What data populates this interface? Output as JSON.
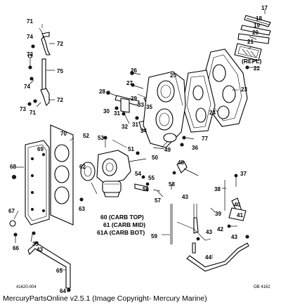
{
  "callouts": [
    {
      "id": "c71a",
      "text": "71"
    },
    {
      "id": "c74a",
      "text": "74"
    },
    {
      "id": "c72a",
      "text": "72"
    },
    {
      "id": "c73a",
      "text": "73"
    },
    {
      "id": "c75",
      "text": "75"
    },
    {
      "id": "c74b",
      "text": "74"
    },
    {
      "id": "c72b",
      "text": "72"
    },
    {
      "id": "c73b",
      "text": "73"
    },
    {
      "id": "c71b",
      "text": "71"
    },
    {
      "id": "c17",
      "text": "17"
    },
    {
      "id": "c18",
      "text": "18"
    },
    {
      "id": "c19",
      "text": "19"
    },
    {
      "id": "c20",
      "text": "20"
    },
    {
      "id": "c21",
      "text": "21"
    },
    {
      "id": "c22",
      "text": "22"
    },
    {
      "id": "c23",
      "text": "23"
    },
    {
      "id": "c24",
      "text": "24"
    },
    {
      "id": "c25",
      "text": "25"
    },
    {
      "id": "c26",
      "text": "26"
    },
    {
      "id": "c27",
      "text": "27"
    },
    {
      "id": "c28",
      "text": "28"
    },
    {
      "id": "c29",
      "text": "29"
    },
    {
      "id": "c33",
      "text": "33"
    },
    {
      "id": "c35",
      "text": "35"
    },
    {
      "id": "c30",
      "text": "30"
    },
    {
      "id": "c31a",
      "text": "31"
    },
    {
      "id": "c32",
      "text": "32"
    },
    {
      "id": "c31b",
      "text": "31"
    },
    {
      "id": "c34",
      "text": "34"
    },
    {
      "id": "c77",
      "text": "77"
    },
    {
      "id": "c36",
      "text": "36"
    },
    {
      "id": "c70",
      "text": "70"
    },
    {
      "id": "c69",
      "text": "69"
    },
    {
      "id": "c52",
      "text": "52"
    },
    {
      "id": "c53",
      "text": "53"
    },
    {
      "id": "c51",
      "text": "51"
    },
    {
      "id": "c49",
      "text": "49"
    },
    {
      "id": "c50",
      "text": "50"
    },
    {
      "id": "c68",
      "text": "68"
    },
    {
      "id": "c62",
      "text": "62"
    },
    {
      "id": "c48",
      "text": "48"
    },
    {
      "id": "c54",
      "text": "54"
    },
    {
      "id": "c55",
      "text": "55"
    },
    {
      "id": "c56",
      "text": "56"
    },
    {
      "id": "c58",
      "text": "58"
    },
    {
      "id": "c57",
      "text": "57"
    },
    {
      "id": "c63",
      "text": "63"
    },
    {
      "id": "c37",
      "text": "37"
    },
    {
      "id": "c38",
      "text": "38"
    },
    {
      "id": "c40",
      "text": "40"
    },
    {
      "id": "c39",
      "text": "39"
    },
    {
      "id": "c41",
      "text": "41"
    },
    {
      "id": "c42",
      "text": "42"
    },
    {
      "id": "c43a",
      "text": "43"
    },
    {
      "id": "c43b",
      "text": "43"
    },
    {
      "id": "c43c",
      "text": "43"
    },
    {
      "id": "c43d",
      "text": "43"
    },
    {
      "id": "c67",
      "text": "67"
    },
    {
      "id": "c66",
      "text": "66"
    },
    {
      "id": "c35b",
      "text": "35"
    },
    {
      "id": "c59",
      "text": "59"
    },
    {
      "id": "c44",
      "text": "44"
    },
    {
      "id": "c65",
      "text": "65"
    },
    {
      "id": "c64",
      "text": "64"
    }
  ],
  "repl_note": "(REPL)",
  "carb_notes": [
    "60 (CARB TOP)",
    "61 (CARB MID)",
    "61A (CARB BOT)"
  ],
  "drawing_number_left": "41620-004",
  "drawing_number_right": "OB 4162",
  "footer_text": "MercuryPartsOnline v2.5.1 (Image Copyright- Mercury Marine)"
}
